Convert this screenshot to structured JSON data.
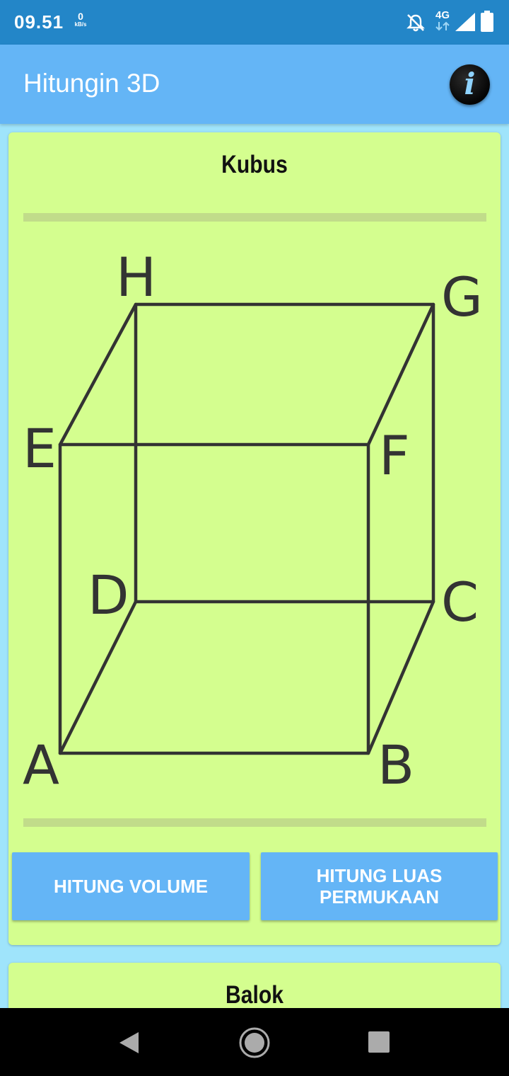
{
  "status_bar": {
    "time": "09.51",
    "net_speed_value": "0",
    "net_speed_unit": "kB/s",
    "network_type": "4G",
    "icons": [
      "bell-off-icon",
      "network-4g-icon",
      "signal-icon",
      "battery-icon"
    ]
  },
  "app_bar": {
    "title": "Hitungin 3D",
    "info_icon": "info-icon",
    "info_glyph": "i"
  },
  "cards": {
    "kubus": {
      "title": "Kubus",
      "vertex_labels": {
        "A": "A",
        "B": "B",
        "C": "C",
        "D": "D",
        "E": "E",
        "F": "F",
        "G": "G",
        "H": "H"
      },
      "button_volume": "HITUNG VOLUME",
      "button_luas": "HITUNG LUAS PERMUKAAN"
    },
    "balok": {
      "title": "Balok"
    }
  },
  "colors": {
    "status_bar": "#2386c8",
    "app_bar": "#64b5f6",
    "background": "#9fe4fb",
    "card": "#d4fe8f",
    "button": "#64b5f6",
    "cube_lines": "#333333"
  },
  "nav_bar": {
    "icons": [
      "back-icon",
      "home-icon",
      "recents-icon"
    ]
  }
}
